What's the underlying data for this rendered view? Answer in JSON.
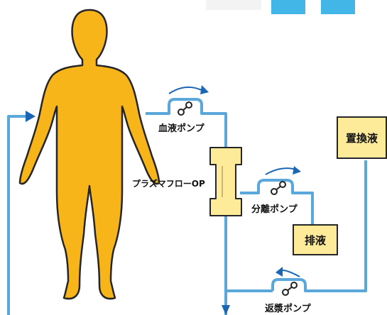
{
  "labels": {
    "blood_pump": "血液ポンプ",
    "filter": "プラズマフローOP",
    "separation_pump": "分離ポンプ",
    "return_pump": "返漿ポンプ"
  },
  "boxes": {
    "drainage": "排液",
    "replacement": "置換液"
  },
  "colors": {
    "tube": "#5aa7db",
    "arrow": "#1a66b5",
    "body": "#f8b51a",
    "filter_fill": "#fdeb9a",
    "top_blocks": "#42b6e6"
  }
}
